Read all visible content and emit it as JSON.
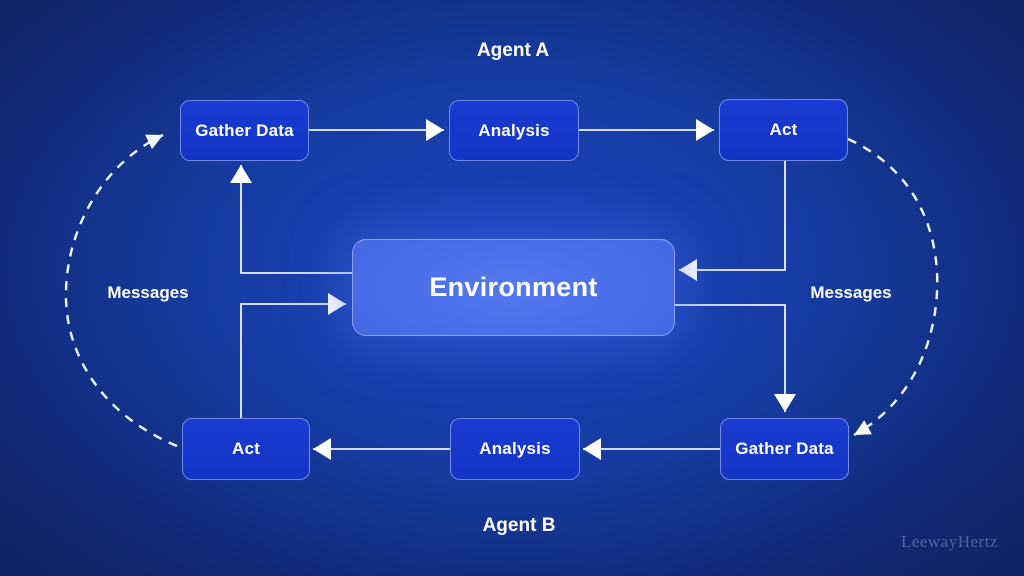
{
  "agent_a": {
    "label": "Agent A",
    "steps": [
      "Gather Data",
      "Analysis",
      "Act"
    ]
  },
  "agent_b": {
    "label": "Agent B",
    "steps": [
      "Gather Data",
      "Analysis",
      "Act"
    ]
  },
  "environment": {
    "label": "Environment"
  },
  "messages": {
    "left": "Messages",
    "right": "Messages"
  },
  "watermark": "LeewayHertz",
  "colors": {
    "background_center": "#1c45c2",
    "background_edge": "#0c1c52",
    "node_fill": "#1737cb",
    "node_border": "#6f89e8",
    "environment_fill": "#4a6ee8",
    "environment_border": "#8ca3f2",
    "line": "#eef2fb",
    "text": "#ffffff"
  }
}
